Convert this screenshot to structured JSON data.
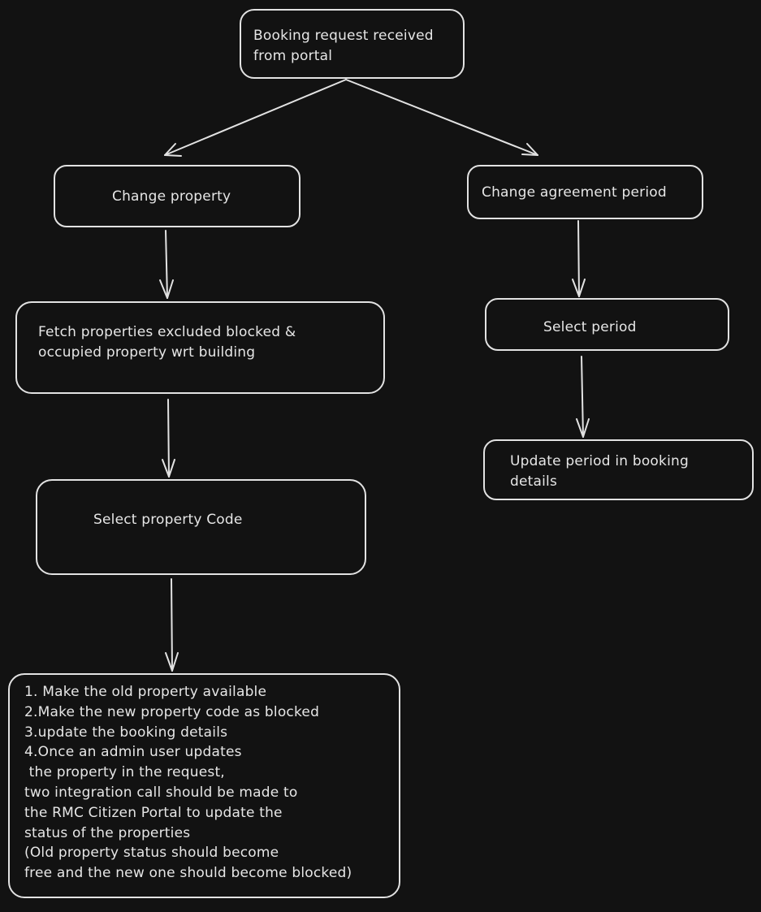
{
  "diagram": {
    "background": "#121212",
    "stroke_color": "#e2e2e2",
    "nodes": {
      "booking_request": "Booking request received\nfrom portal",
      "change_property": "Change property",
      "change_agreement_period": "Change agreement period",
      "fetch_properties": "Fetch properties excluded blocked &\noccupied property wrt building",
      "select_period": "Select period",
      "update_period": "Update period in booking\ndetails",
      "select_property_code": "Select property Code",
      "steps": "1. Make the old property available\n2.Make the new property code as blocked\n3.update the booking details\n4.Once an admin user updates\n the property in the request,\ntwo integration call should be made to\nthe RMC Citizen Portal to update the\nstatus of the properties\n(Old property status should become\nfree and the new one should become blocked)"
    },
    "edges": [
      {
        "from": "booking_request",
        "to": "change_property"
      },
      {
        "from": "booking_request",
        "to": "change_agreement_period"
      },
      {
        "from": "change_property",
        "to": "fetch_properties"
      },
      {
        "from": "fetch_properties",
        "to": "select_property_code"
      },
      {
        "from": "select_property_code",
        "to": "steps"
      },
      {
        "from": "change_agreement_period",
        "to": "select_period"
      },
      {
        "from": "select_period",
        "to": "update_period"
      }
    ]
  }
}
